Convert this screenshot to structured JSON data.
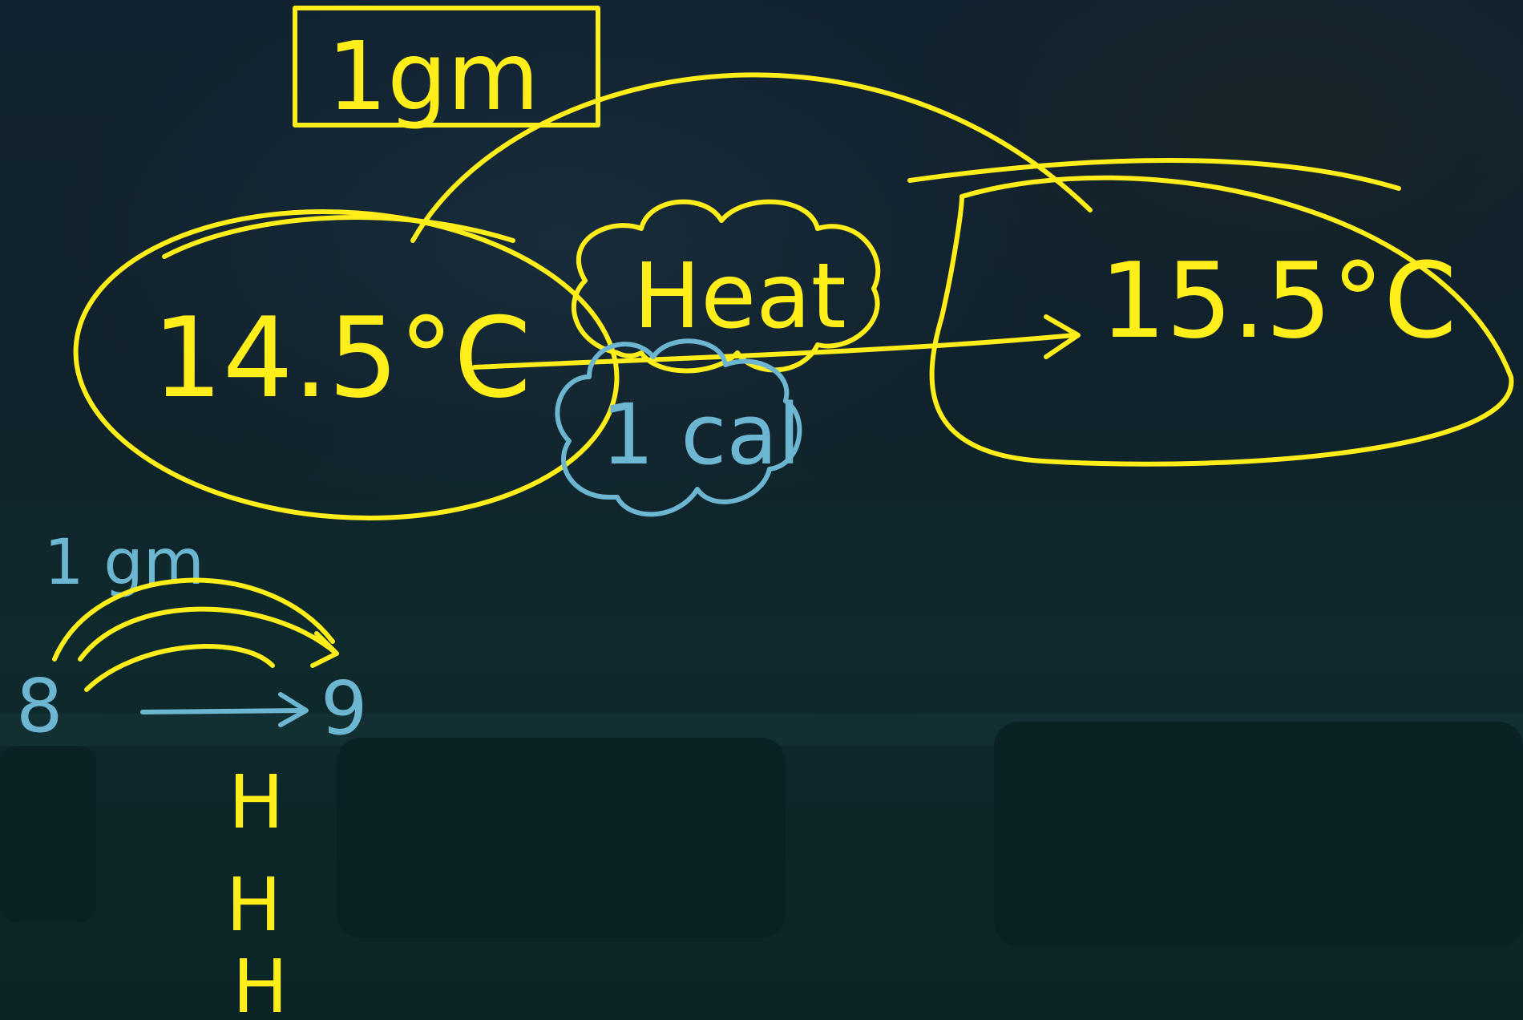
{
  "labels": {
    "mass_box": "1gm",
    "start_temp": "14.5°C",
    "heat": "Heat",
    "calorie": "1 cal",
    "end_temp": "15.5°C",
    "side_mass": "1 gm",
    "from_num": "8",
    "to_num": "9",
    "h_stack": [
      "H",
      "H",
      "H"
    ]
  },
  "colors": {
    "chalk_yellow": "#ffee1a",
    "chalk_blue": "#6db6d2",
    "board_dark": "#10222b"
  }
}
